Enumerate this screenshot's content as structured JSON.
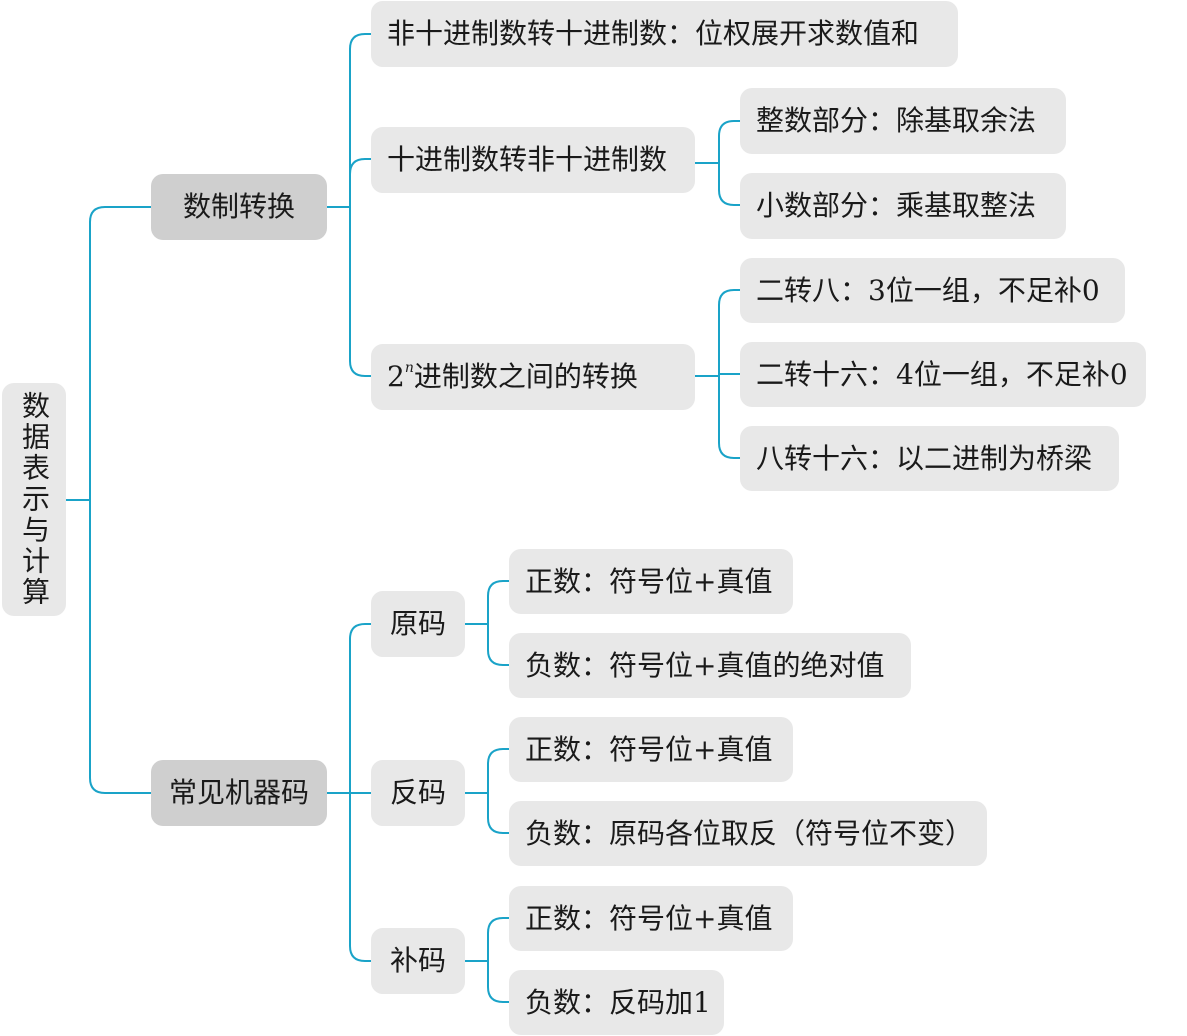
{
  "root": "数据表示与计算",
  "conversion": {
    "label": "数制转换",
    "non_to_dec": "非十进制数转十进制数：位权展开求数值和",
    "dec_to_non": {
      "label": "十进制数转非十进制数",
      "integer": "整数部分：除基取余法",
      "fraction": "小数部分：乘基取整法"
    },
    "power_of_two": {
      "base": "2",
      "exponent": "n",
      "suffix": "进制数之间的转换",
      "bin_to_oct": "二转八：3位一组，不足补0",
      "bin_to_hex": "二转十六：4位一组，不足补0",
      "oct_to_hex": "八转十六：以二进制为桥梁"
    }
  },
  "machine_code": {
    "label": "常见机器码",
    "sign_magnitude": {
      "label": "原码",
      "positive": "正数：符号位+真值",
      "negative": "负数：符号位+真值的绝对值"
    },
    "ones_complement": {
      "label": "反码",
      "positive": "正数：符号位+真值",
      "negative": "负数：原码各位取反（符号位不变）"
    },
    "twos_complement": {
      "label": "补码",
      "positive": "正数：符号位+真值",
      "negative": "负数：反码加1"
    }
  },
  "colors": {
    "connector": "#1aa3c8",
    "node_fill": "#e8e8e8",
    "branch_fill": "#cfcfcf"
  }
}
